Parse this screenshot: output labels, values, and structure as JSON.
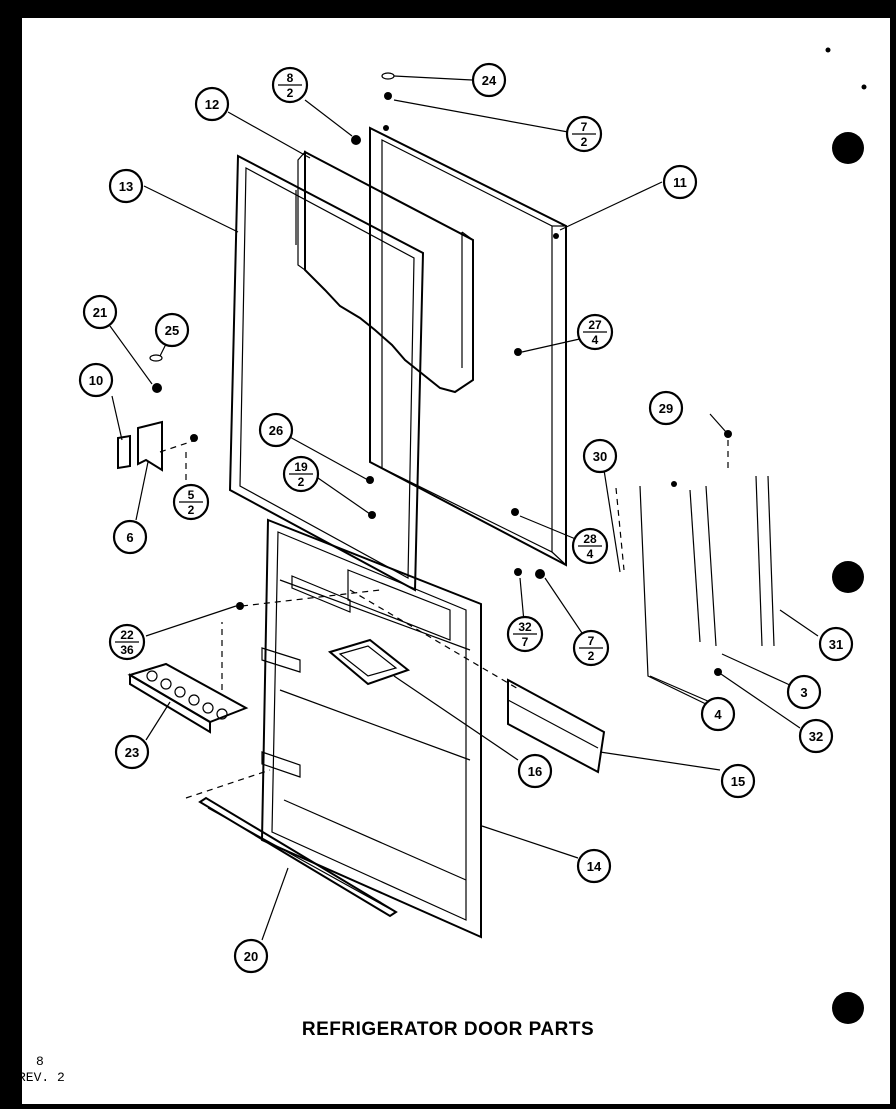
{
  "title": "REFRIGERATOR DOOR PARTS",
  "page_number": "8",
  "revision": "REV. 2",
  "callouts": [
    {
      "id": "c12",
      "label": "12"
    },
    {
      "id": "c13",
      "label": "13"
    },
    {
      "id": "c11",
      "label": "11"
    },
    {
      "id": "c24",
      "label": "24"
    },
    {
      "id": "c21",
      "label": "21"
    },
    {
      "id": "c25",
      "label": "25"
    },
    {
      "id": "c10",
      "label": "10"
    },
    {
      "id": "c6",
      "label": "6"
    },
    {
      "id": "c26",
      "label": "26"
    },
    {
      "id": "c29",
      "label": "29"
    },
    {
      "id": "c30",
      "label": "30"
    },
    {
      "id": "c31",
      "label": "31"
    },
    {
      "id": "c3",
      "label": "3"
    },
    {
      "id": "c4",
      "label": "4"
    },
    {
      "id": "c32",
      "label": "32"
    },
    {
      "id": "c23",
      "label": "23"
    },
    {
      "id": "c16",
      "label": "16"
    },
    {
      "id": "c15",
      "label": "15"
    },
    {
      "id": "c14",
      "label": "14"
    },
    {
      "id": "c20",
      "label": "20"
    }
  ],
  "fraction_callouts": [
    {
      "id": "f8_2",
      "top": "8",
      "bottom": "2"
    },
    {
      "id": "f7_2a",
      "top": "7",
      "bottom": "2"
    },
    {
      "id": "f27_4",
      "top": "27",
      "bottom": "4"
    },
    {
      "id": "f5_2",
      "top": "5",
      "bottom": "2"
    },
    {
      "id": "f19_2",
      "top": "19",
      "bottom": "2"
    },
    {
      "id": "f28_4",
      "top": "28",
      "bottom": "4"
    },
    {
      "id": "f32_7",
      "top": "32",
      "bottom": "7"
    },
    {
      "id": "f7_2b",
      "top": "7",
      "bottom": "2"
    },
    {
      "id": "f22_36",
      "top": "22",
      "bottom": "36"
    }
  ]
}
